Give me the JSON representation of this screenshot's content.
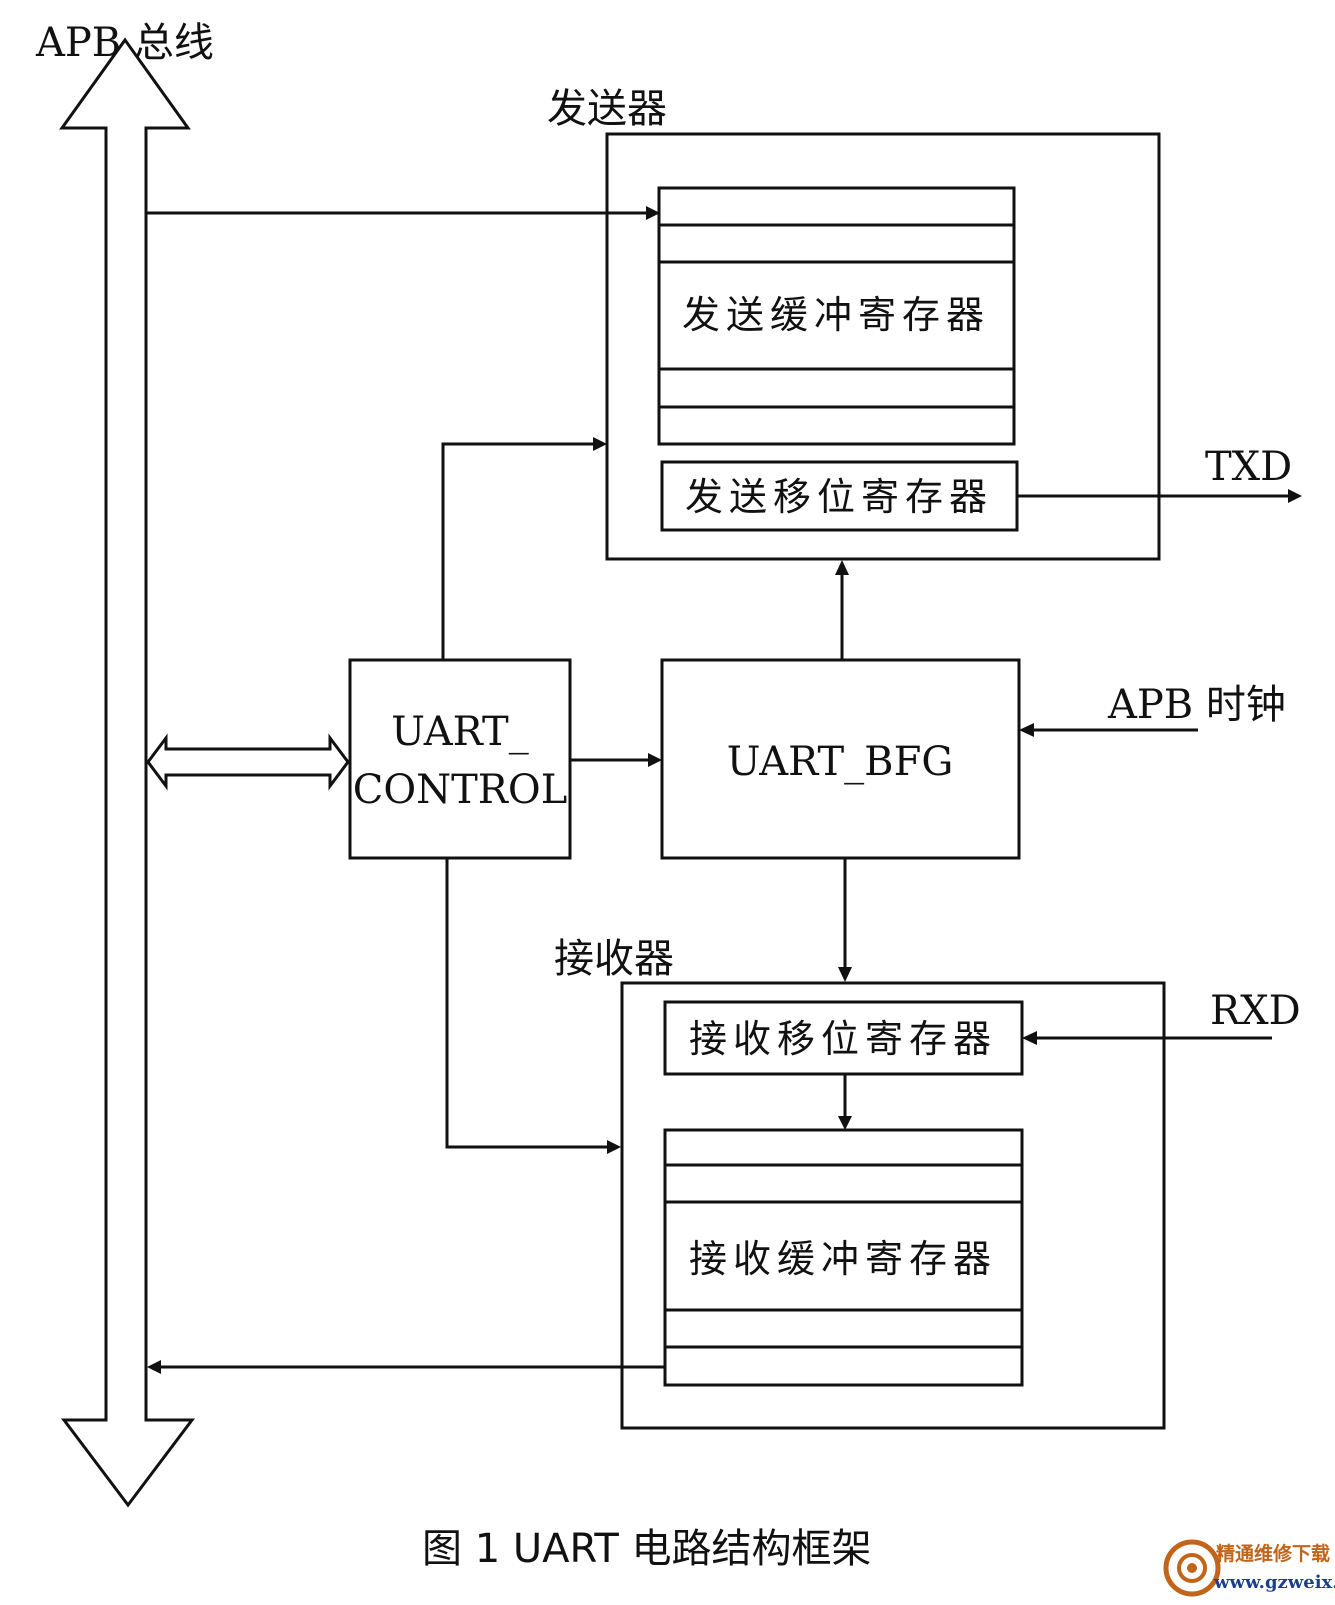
{
  "bus": {
    "label": "APB 总线"
  },
  "transmitter": {
    "label": "发送器",
    "buffer_label": "发送缓冲寄存器",
    "shift_label": "发送移位寄存器"
  },
  "receiver": {
    "label": "接收器",
    "shift_label": "接收移位寄存器",
    "buffer_label": "接收缓冲寄存器"
  },
  "control": {
    "line1": "UART_",
    "line2": "CONTROL"
  },
  "bfg": {
    "label": "UART_BFG"
  },
  "signals": {
    "txd": "TXD",
    "rxd": "RXD",
    "clock": "APB 时钟"
  },
  "caption": "图 1   UART 电路结构框架",
  "watermark": {
    "name": "精通维修下载",
    "url": "www.gzweix.com"
  }
}
